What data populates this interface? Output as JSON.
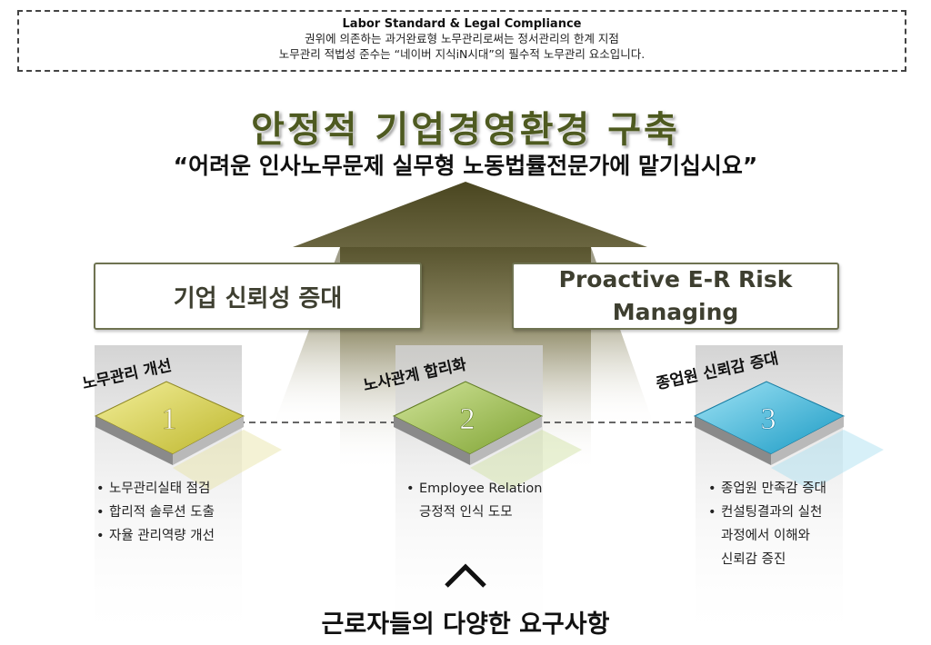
{
  "header": {
    "title": "Labor Standard & Legal Compliance",
    "line1": "권위에 의존하는 과거완료형 노무관리로써는 정서관리의 한계 지점",
    "line2": "노무관리 적법성 준수는 “네이버 지식iN시대”의 필수적 노무관리 요소입니다."
  },
  "main_title": "안정적 기업경영환경 구축",
  "main_quote": "“어려운 인사노무문제 실무형 노동법률전문가에 맡기십시요”",
  "benefits": {
    "left": "기업 신뢰성 증대",
    "right": "Proactive E-R Risk Managing"
  },
  "steps": [
    {
      "number": "1",
      "label": "노무관리 개선",
      "color": "#d6d04a",
      "bullets": [
        "노무관리실태 점검",
        "합리적 솔루션 도출",
        "자율 관리역량 개선"
      ]
    },
    {
      "number": "2",
      "label": "노사관계 합리화",
      "color": "#9aba4a",
      "bullets": [
        "Employee Relation",
        "긍정적 인식 도모"
      ]
    },
    {
      "number": "3",
      "label": "종업원 신뢰감 증대",
      "color": "#2fb0d6",
      "bullets": [
        "종업원 만족감 증대",
        "컨설팅결과의 실천",
        "과정에서 이해와",
        "신뢰감 증진"
      ]
    }
  ],
  "bottom_caption": "근로자들의 다양한 요구사항"
}
